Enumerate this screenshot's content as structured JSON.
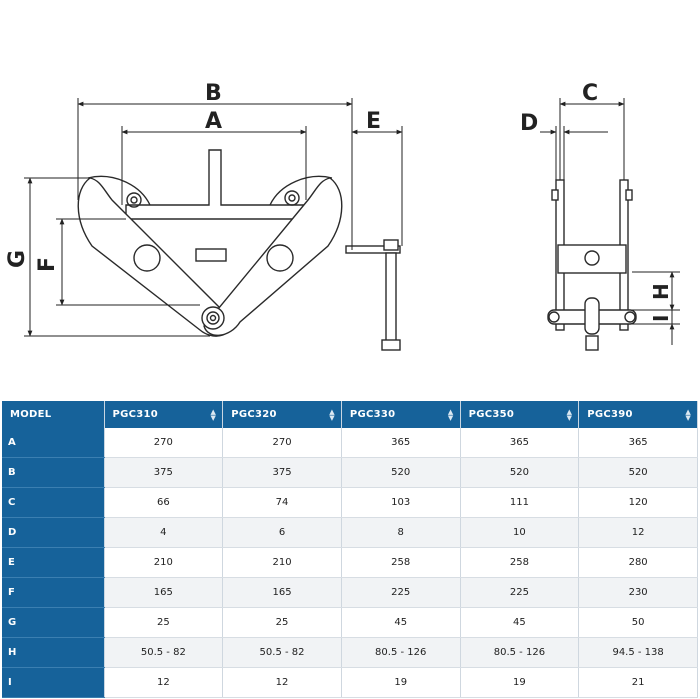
{
  "drawing": {
    "labels": {
      "A": "A",
      "B": "B",
      "C": "C",
      "D": "D",
      "E": "E",
      "F": "F",
      "G": "G",
      "H": "H",
      "I": "I"
    }
  },
  "table": {
    "header_label": "MODEL",
    "models": [
      "PGC310",
      "PGC320",
      "PGC330",
      "PGC350",
      "PGC390"
    ],
    "rows": [
      {
        "label": "A",
        "values": [
          "270",
          "270",
          "365",
          "365",
          "365"
        ]
      },
      {
        "label": "B",
        "values": [
          "375",
          "375",
          "520",
          "520",
          "520"
        ]
      },
      {
        "label": "C",
        "values": [
          "66",
          "74",
          "103",
          "111",
          "120"
        ]
      },
      {
        "label": "D",
        "values": [
          "4",
          "6",
          "8",
          "10",
          "12"
        ]
      },
      {
        "label": "E",
        "values": [
          "210",
          "210",
          "258",
          "258",
          "280"
        ]
      },
      {
        "label": "F",
        "values": [
          "165",
          "165",
          "225",
          "225",
          "230"
        ]
      },
      {
        "label": "G",
        "values": [
          "25",
          "25",
          "45",
          "45",
          "50"
        ]
      },
      {
        "label": "H",
        "values": [
          "50.5 - 82",
          "50.5 - 82",
          "80.5 - 126",
          "80.5 - 126",
          "94.5 - 138"
        ]
      },
      {
        "label": "I",
        "values": [
          "12",
          "12",
          "19",
          "19",
          "21"
        ]
      }
    ],
    "colors": {
      "header_bg": "#16629a",
      "header_text": "#ffffff",
      "stripe": "#f1f3f5"
    },
    "sort_icon": "sort-arrows-icon"
  }
}
